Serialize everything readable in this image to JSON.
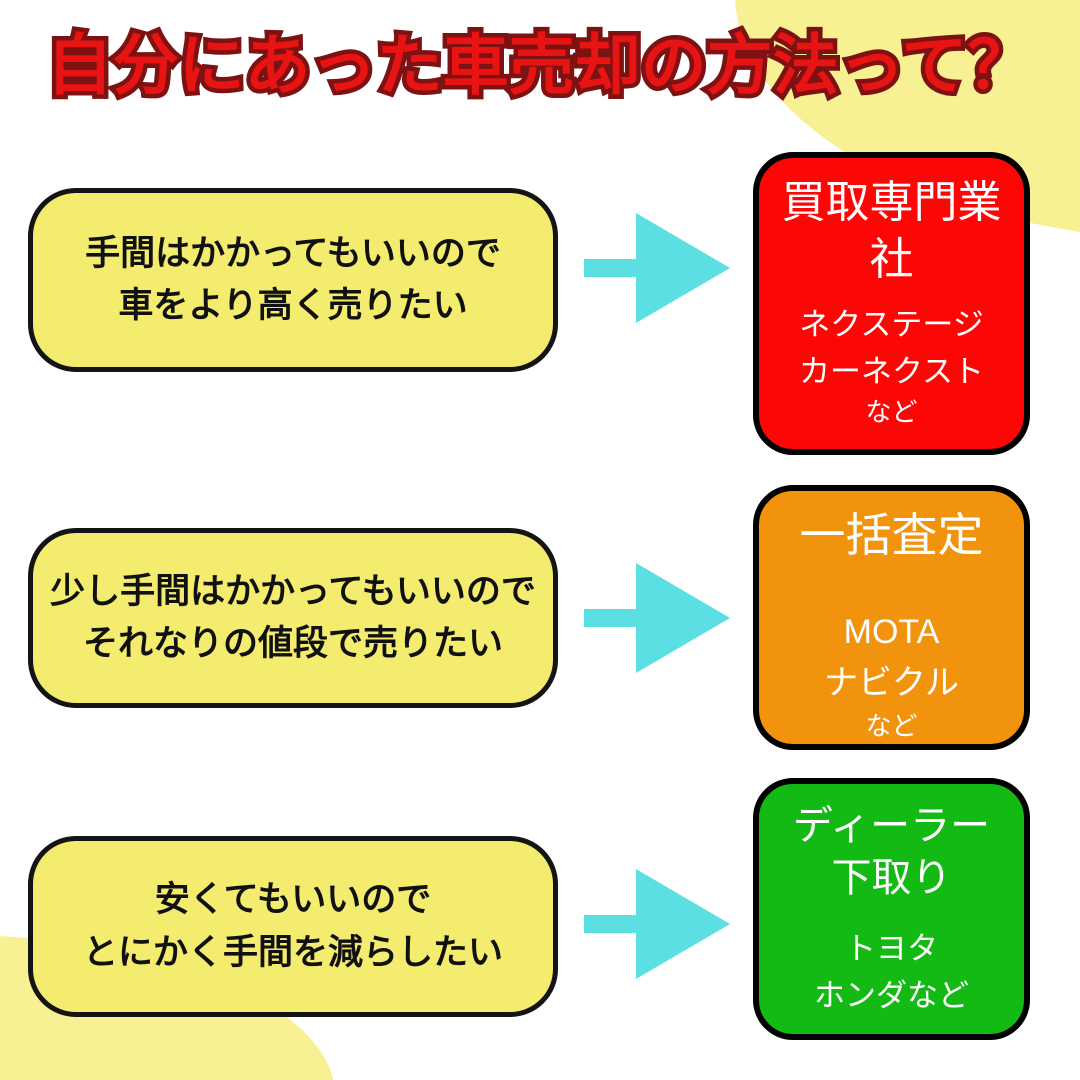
{
  "title": {
    "text": "自分にあった車売却の方法って？"
  },
  "colors": {
    "title-red": "#e81313",
    "title-outline": "#7e1111",
    "box-yellow": "#f4ec6e",
    "box-border": "#141414",
    "blob-yellow": "#f8f193",
    "arrow-cyan": "#5cdfe2",
    "method-text": "#ffffff"
  },
  "rows": [
    {
      "need_lines": [
        "手間はかかってもいいので",
        "車をより高く売りたい"
      ],
      "method_title_lines": [
        "買取専門業",
        "社"
      ],
      "method_items": [
        "ネクステージ",
        "カーネクスト"
      ],
      "method_note": "など",
      "method_color": "#fc0606"
    },
    {
      "need_lines": [
        "少し手間はかかってもいいので",
        "それなりの値段で売りたい"
      ],
      "method_title_lines": [
        "一括査定",
        ""
      ],
      "method_items": [
        "MOTA",
        "ナビクル"
      ],
      "method_note": "など",
      "method_color": "#f2930d"
    },
    {
      "need_lines": [
        "安くてもいいので",
        "とにかく手間を減らしたい"
      ],
      "method_title_lines": [
        "ディーラー",
        "下取り"
      ],
      "method_items": [
        "トヨタ",
        "ホンダなど"
      ],
      "method_note": "",
      "method_color": "#13ba13"
    }
  ]
}
